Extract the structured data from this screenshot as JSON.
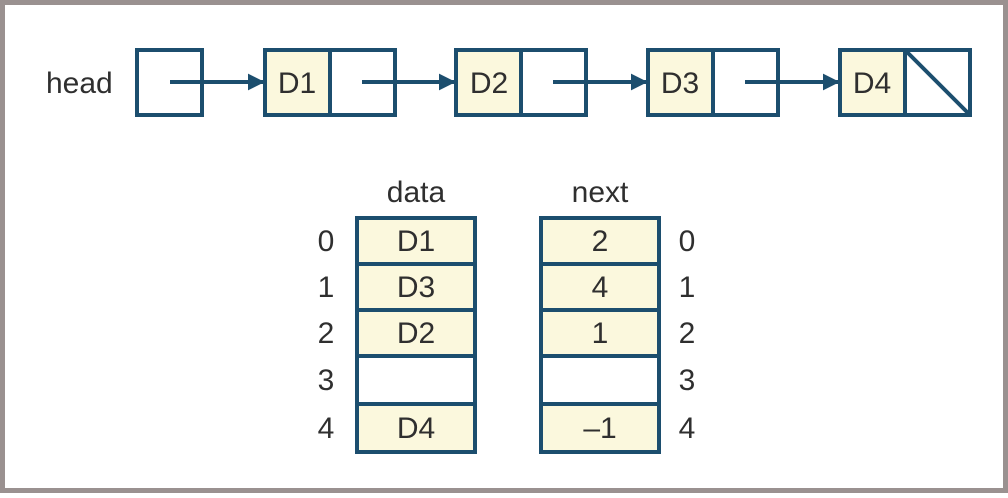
{
  "linked_list": {
    "head_label": "head",
    "nodes": [
      {
        "data": "D1"
      },
      {
        "data": "D2"
      },
      {
        "data": "D3"
      },
      {
        "data": "D4"
      }
    ]
  },
  "arrays": {
    "data_header": "data",
    "next_header": "next",
    "left_indices": [
      "0",
      "1",
      "2",
      "3",
      "4"
    ],
    "right_indices": [
      "0",
      "1",
      "2",
      "3",
      "4"
    ],
    "data_cells": [
      "D1",
      "D3",
      "D2",
      "",
      "D4"
    ],
    "next_cells": [
      "2",
      "4",
      "1",
      "",
      "–1"
    ]
  },
  "colors": {
    "stroke": "#1c4e6e",
    "cell_fill": "#fbf8dd",
    "frame": "#9a9190"
  }
}
